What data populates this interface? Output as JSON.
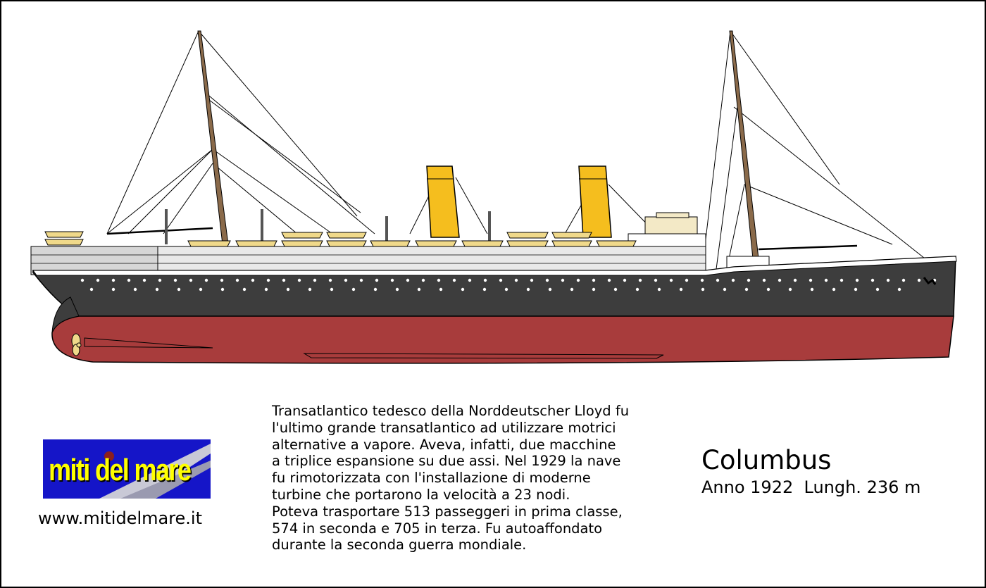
{
  "logo": {
    "text": "miti del mare"
  },
  "website": "www.mitidelmare.it",
  "description_lines": [
    "Transatlantico tedesco della Norddeutscher Lloyd fu",
    "l'ultimo grande transatlantico ad utilizzare motrici",
    "alternative a vapore. Aveva, infatti, due macchine",
    "a triplice espansione su due assi. Nel 1929 la nave",
    "fu rimotorizzata con l'installazione di moderne",
    "turbine che portarono la velocità a 23 nodi.",
    "Poteva trasportare 513 passeggeri in prima classe,",
    "574 in seconda e 705 in terza. Fu autoaffondato",
    "durante la seconda guerra mondiale."
  ],
  "ship": {
    "name": "Columbus",
    "meta": "Anno 1922  Lungh. 236 m"
  },
  "colors": {
    "hull_upper": "#3d3d3d",
    "hull_lower": "#a83c3c",
    "funnel": "#f5be1e",
    "lifeboat": "#f0d98a",
    "logo_bg": "#1515c8",
    "logo_text": "#ffff00"
  }
}
